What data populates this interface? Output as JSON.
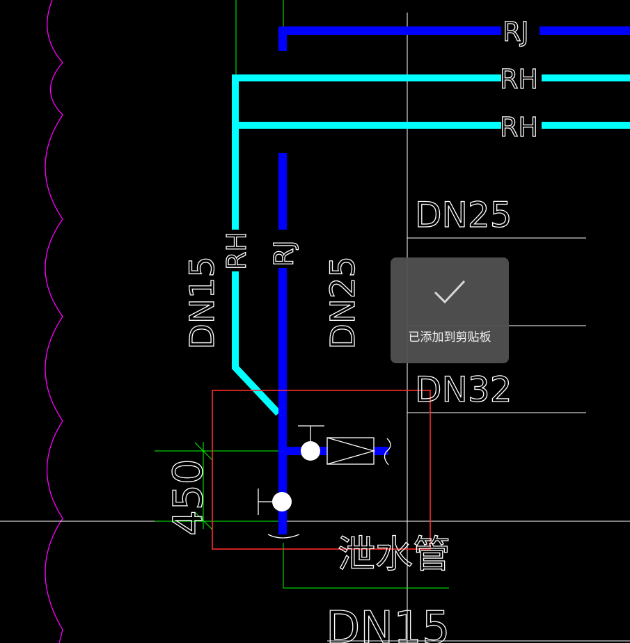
{
  "labels": {
    "rj_top": "RJ",
    "rh_top1": "RH",
    "rh_top2": "RH",
    "dn25_right": "DN25",
    "dn32_right": "DN32",
    "rh_vertical": "RH",
    "rj_vertical": "RJ",
    "dn15_left": "DN15",
    "dn25_mid": "DN25",
    "dim_450": "450",
    "drain_pipe": "泄水管",
    "dn15_bottom": "DN15"
  },
  "toast": {
    "message": "已添加到剪贴板",
    "icon": "check-icon"
  },
  "colors": {
    "background": "#000000",
    "rj_pipe": "#0000ff",
    "rh_pipe": "#00ffff",
    "dimension": "#00ff00",
    "cloud_edge": "#ff00ff",
    "selection_box": "#ff2a2a",
    "text": "#ffffff"
  }
}
